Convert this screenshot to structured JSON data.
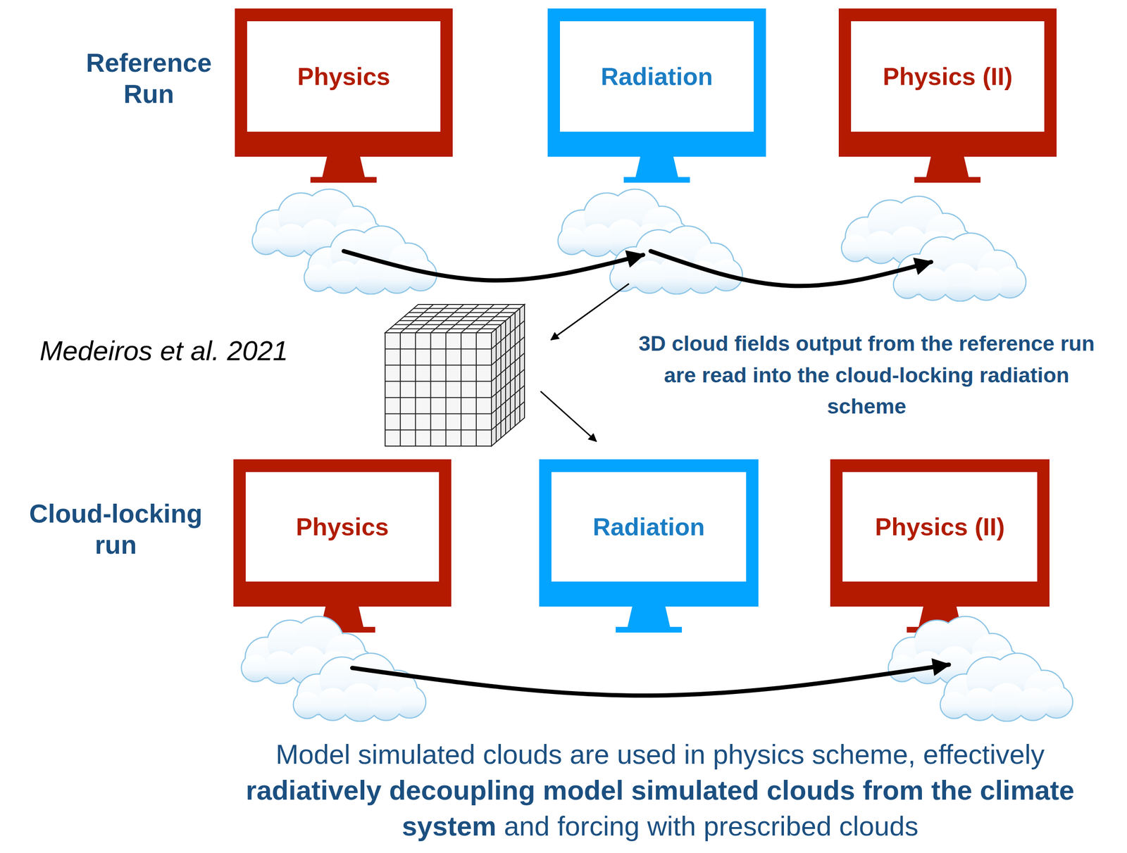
{
  "diagram": {
    "nodes": [
      {
        "text": [
          "Physics"
        ]
      },
      {
        "text": [
          "Radiation"
        ]
      },
      {
        "text": [
          "Physics (II)"
        ]
      },
      {
        "text": [
          "Physics"
        ]
      },
      {
        "text": [
          "Radiation"
        ]
      },
      {
        "text": [
          "Physics (II)"
        ]
      }
    ],
    "edges": [
      {
        "from": 0,
        "to": 1,
        "arrow": "to"
      },
      {
        "from": 1,
        "to": 2,
        "arrow": "to"
      },
      {
        "from": 3,
        "to": 5,
        "arrow": "to"
      }
    ],
    "labels": [
      "Reference Run",
      "Medeiros et al. 2021",
      "3D cloud fields output from the reference run are read into the cloud-locking radiation scheme",
      "Cloud-locking run",
      "Model simulated clouds are used in physics scheme, effectively",
      "radiatively decoupling model simulated clouds from the climate system",
      "and forcing with prescribed clouds"
    ]
  }
}
